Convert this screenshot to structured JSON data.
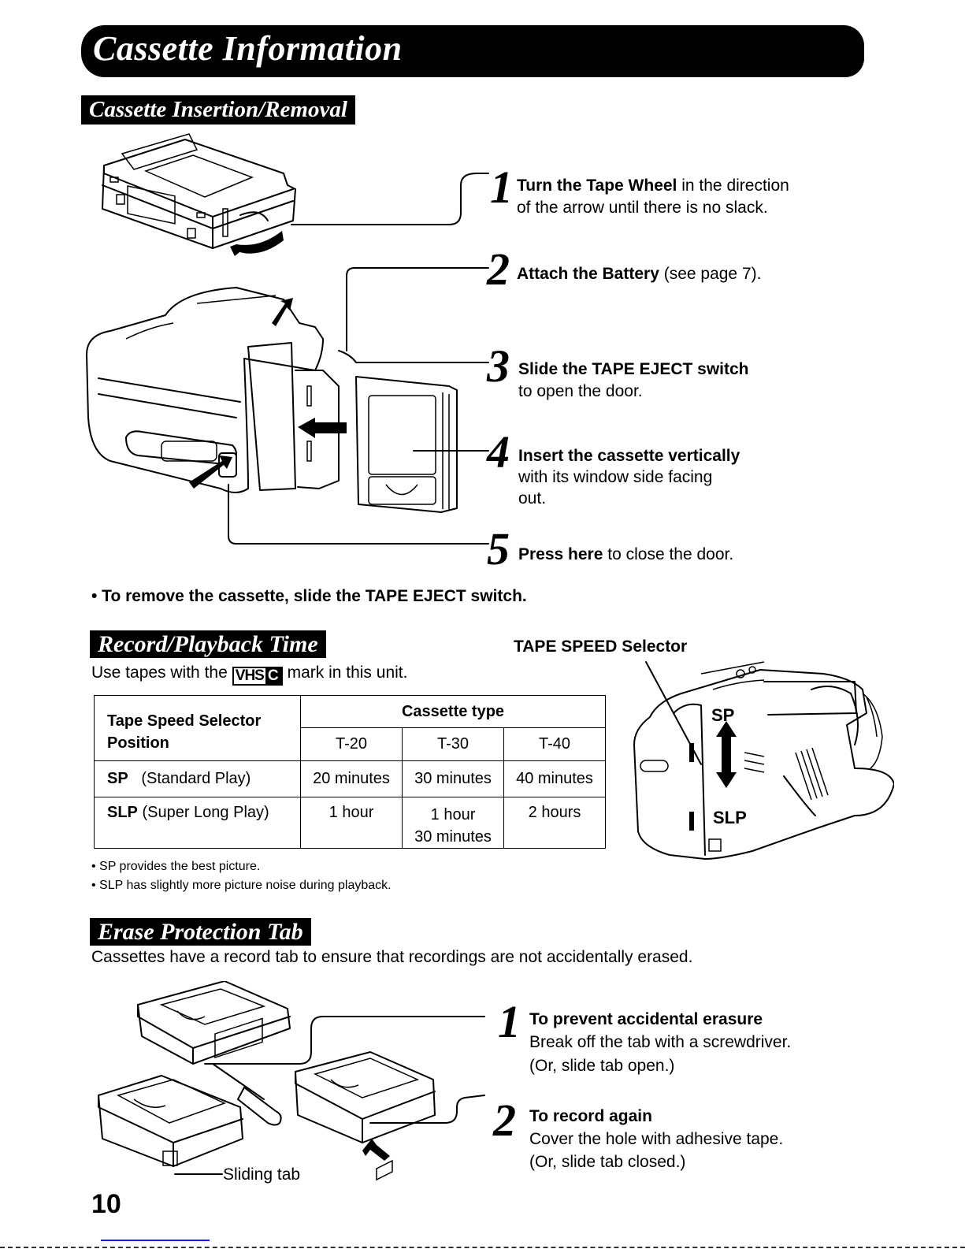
{
  "page": {
    "title": "Cassette Information",
    "page_number": "10"
  },
  "insertion": {
    "heading": "Cassette Insertion/Removal",
    "steps": [
      {
        "num": "1",
        "bold": "Turn the Tape Wheel",
        "rest": " in the direction",
        "line2": "of the arrow until there is no slack."
      },
      {
        "num": "2",
        "bold": "Attach the Battery",
        "rest": " (see page 7)."
      },
      {
        "num": "3",
        "bold": "Slide the TAPE EJECT switch",
        "rest": "",
        "line2": "to open the door."
      },
      {
        "num": "4",
        "bold": "Insert the cassette vertically",
        "rest": "",
        "line2": "with its window side facing",
        "line3": "out."
      },
      {
        "num": "5",
        "bold": "Press here",
        "rest": " to close the door."
      }
    ],
    "remove_note": "• To remove the cassette, slide the TAPE EJECT switch."
  },
  "record_time": {
    "heading": "Record/Playback Time",
    "intro_before": "Use tapes with the",
    "intro_after": "mark in this unit.",
    "logo": {
      "left": "VHS",
      "right": "C"
    },
    "selector_label": "TAPE SPEED Selector",
    "diagram_labels": {
      "sp": "SP",
      "slp": "SLP"
    },
    "table": {
      "header_col": [
        "Tape Speed Selector",
        "Position"
      ],
      "group_header": "Cassette type",
      "columns": [
        "T-20",
        "T-30",
        "T-40"
      ],
      "rows": [
        {
          "mode": "SP",
          "desc": "(Standard Play)",
          "values": [
            "20 minutes",
            "30 minutes",
            "40 minutes"
          ]
        },
        {
          "mode": "SLP",
          "desc": "(Super Long Play)",
          "values": [
            "1 hour",
            "1 hour\n30 minutes",
            "2 hours"
          ]
        }
      ]
    },
    "notes": [
      "• SP provides the best picture.",
      "• SLP has slightly more picture noise during playback."
    ]
  },
  "erase": {
    "heading": "Erase Protection Tab",
    "intro": "Cassettes have a record tab to ensure that recordings are not accidentally erased.",
    "steps": [
      {
        "num": "1",
        "title": "To prevent accidental erasure",
        "line2": "Break off the tab with a screwdriver.",
        "line3": "(Or, slide tab open.)"
      },
      {
        "num": "2",
        "title": "To record again",
        "line2": "Cover the hole with adhesive tape.",
        "line3": "(Or, slide tab closed.)"
      }
    ],
    "sliding_tab_label": "Sliding tab"
  }
}
